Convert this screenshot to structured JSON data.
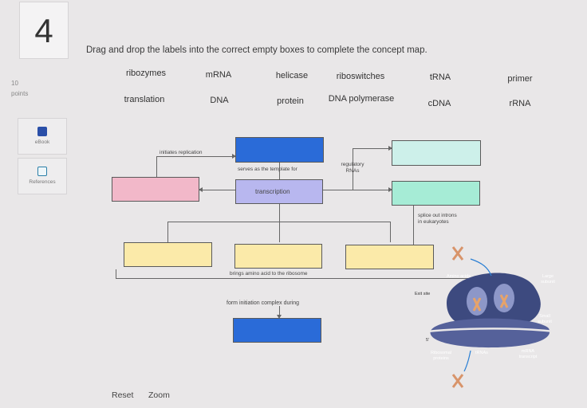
{
  "question": {
    "number": "4",
    "points_value": "10",
    "points_label": "points"
  },
  "sidebar": {
    "ebook_label": "eBook",
    "references_label": "References"
  },
  "instructions": "Drag and drop the labels into the correct empty boxes to complete the concept map.",
  "labels": [
    "ribozymes",
    "mRNA",
    "helicase",
    "riboswitches",
    "tRNA",
    "primer",
    "translation",
    "DNA",
    "protein",
    "DNA polymerase",
    "cDNA",
    "rRNA"
  ],
  "map_notes": {
    "initiates_replication": "initiates replication",
    "serves_template": "serves as the template for",
    "regulatory_rnas": "regulatory RNAs",
    "transcription": "transcription",
    "splice_out": "splice out introns in eukaryotes",
    "brings_amino_acid": "brings amino acid to the ribosome",
    "form_initiation": "form initiation complex during"
  },
  "ribosome": {
    "amino_acids": "Amino acids",
    "exit_site": "Exit site",
    "large_subunit": "Large subunit",
    "small_subunit": "Small subunit",
    "five_prime": "5'",
    "ribosomal_proteins": "Ribosomal proteins",
    "trnas": "tRNAs",
    "mrna_transcript": "mRNA transcript"
  },
  "footer": {
    "reset": "Reset",
    "zoom": "Zoom"
  },
  "colors": {
    "pink": "#f2b8c9",
    "blue": "#2a6bd8",
    "lavender": "#b8b7ef",
    "mint": "#a6ecd6",
    "yellow": "#fbeaa9",
    "slate": "#4a5685"
  }
}
